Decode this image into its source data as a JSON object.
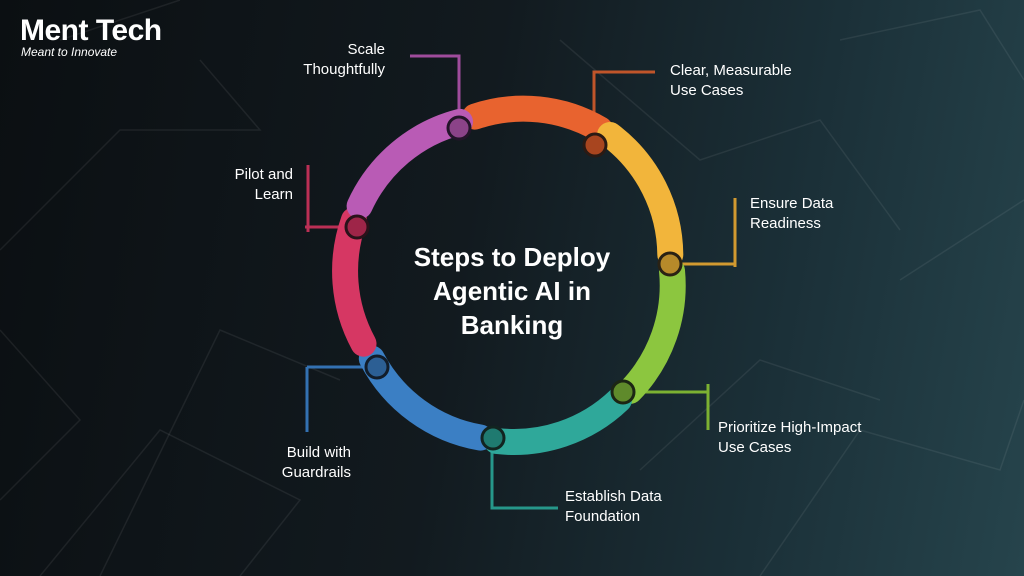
{
  "brand": {
    "name": "Ment Tech",
    "tagline": "Meant to Innovate"
  },
  "diagram": {
    "title": "Steps to Deploy Agentic AI in Banking",
    "title_lines": [
      "Steps to Deploy",
      "Agentic AI in",
      "Banking"
    ],
    "steps": [
      {
        "label": "Clear, Measurable Use Cases",
        "lines": [
          "Clear, Measurable",
          "Use Cases"
        ],
        "color": "#e8632f"
      },
      {
        "label": "Ensure Data Readiness",
        "lines": [
          "Ensure Data",
          "Readiness"
        ],
        "color": "#f2b53b"
      },
      {
        "label": "Prioritize High-Impact Use Cases",
        "lines": [
          "Prioritize High-Impact",
          "Use Cases"
        ],
        "color": "#8cc63f"
      },
      {
        "label": "Establish Data Foundation",
        "lines": [
          "Establish Data",
          "Foundation"
        ],
        "color": "#2fa89a"
      },
      {
        "label": "Build with Guardrails",
        "lines": [
          "Build with",
          "Guardrails"
        ],
        "color": "#3b7fc4"
      },
      {
        "label": "Pilot and Learn",
        "lines": [
          "Pilot and",
          "Learn"
        ],
        "color": "#d63763"
      },
      {
        "label": "Scale Thoughtfully",
        "lines": [
          "Scale",
          "Thoughtfully"
        ],
        "color": "#b95bb5"
      }
    ]
  }
}
